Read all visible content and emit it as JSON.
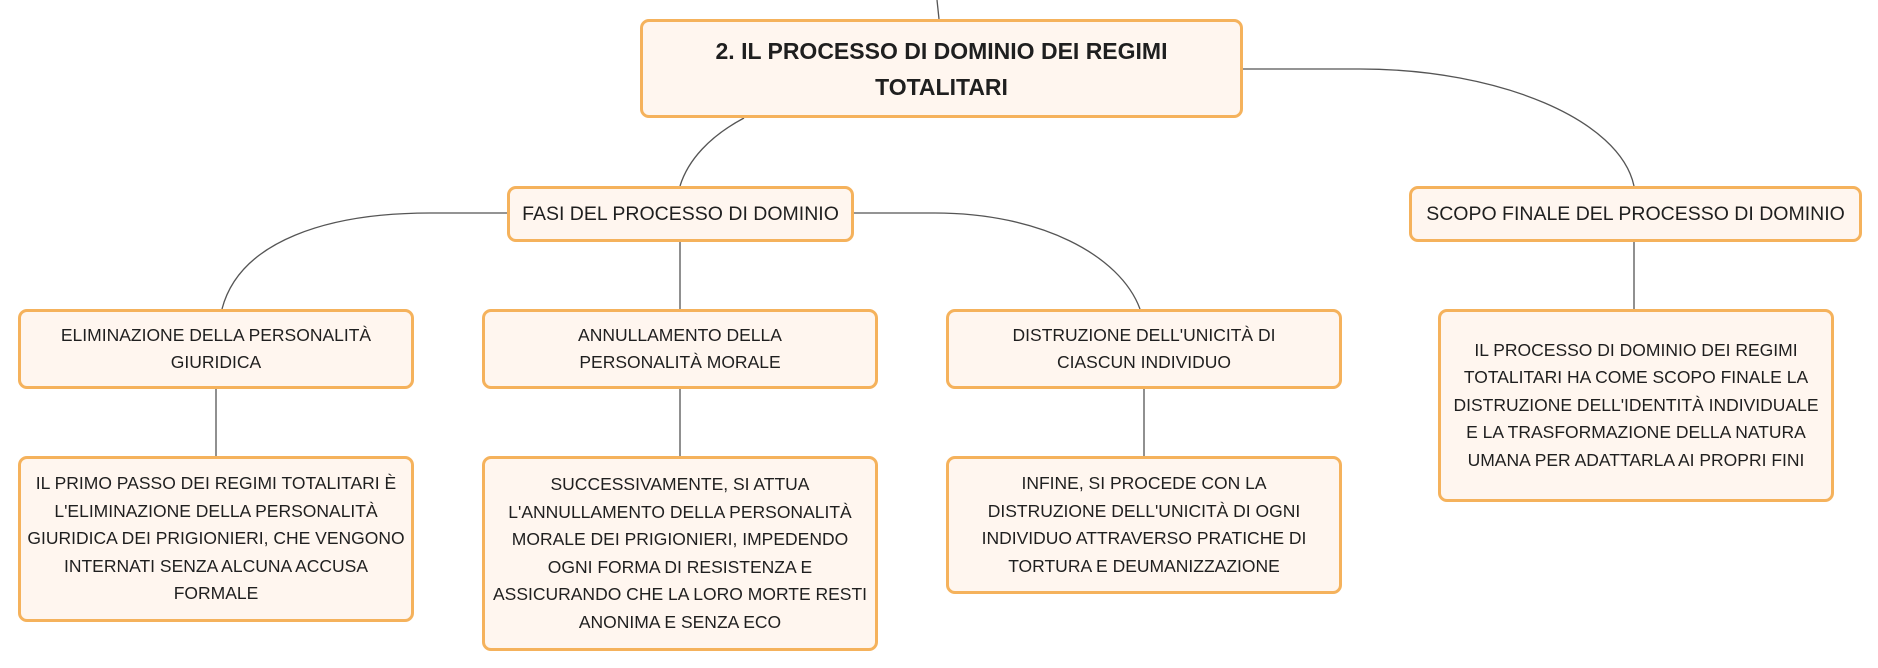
{
  "root": {
    "title": "2. IL PROCESSO DI DOMINIO DEI REGIMI TOTALITARI"
  },
  "branches": {
    "fasi": "FASI DEL PROCESSO DI DOMINIO",
    "scopo": "SCOPO FINALE DEL PROCESSO DI DOMINIO"
  },
  "phases": [
    {
      "title": "ELIMINAZIONE DELLA PERSONALITÀ GIURIDICA",
      "detail": "IL PRIMO PASSO DEI REGIMI TOTALITARI È L'ELIMINAZIONE DELLA PERSONALITÀ GIURIDICA DEI PRIGIONIERI, CHE VENGONO INTERNATI SENZA ALCUNA ACCUSA FORMALE"
    },
    {
      "title": "ANNULLAMENTO DELLA PERSONALITÀ MORALE",
      "detail": "SUCCESSIVAMENTE, SI ATTUA L'ANNULLAMENTO DELLA PERSONALITÀ MORALE DEI PRIGIONIERI, IMPEDENDO OGNI FORMA DI RESISTENZA E ASSICURANDO CHE LA LORO MORTE RESTI ANONIMA E SENZA ECO"
    },
    {
      "title": "DISTRUZIONE DELL'UNICITÀ DI CIASCUN INDIVIDUO",
      "detail": "INFINE, SI PROCEDE CON LA DISTRUZIONE DELL'UNICITÀ DI OGNI INDIVIDUO ATTRAVERSO PRATICHE DI TORTURA E DEUMANIZZAZIONE"
    }
  ],
  "scopo_detail": "IL PROCESSO DI DOMINIO DEI REGIMI TOTALITARI HA COME SCOPO FINALE LA DISTRUZIONE DELL'IDENTITÀ INDIVIDUALE E LA TRASFORMAZIONE DELLA NATURA UMANA PER ADATTARLA AI PROPRI FINI",
  "colors": {
    "node_border": "#f5b25c",
    "node_fill": "#fff6ef",
    "connector": "#555555"
  }
}
